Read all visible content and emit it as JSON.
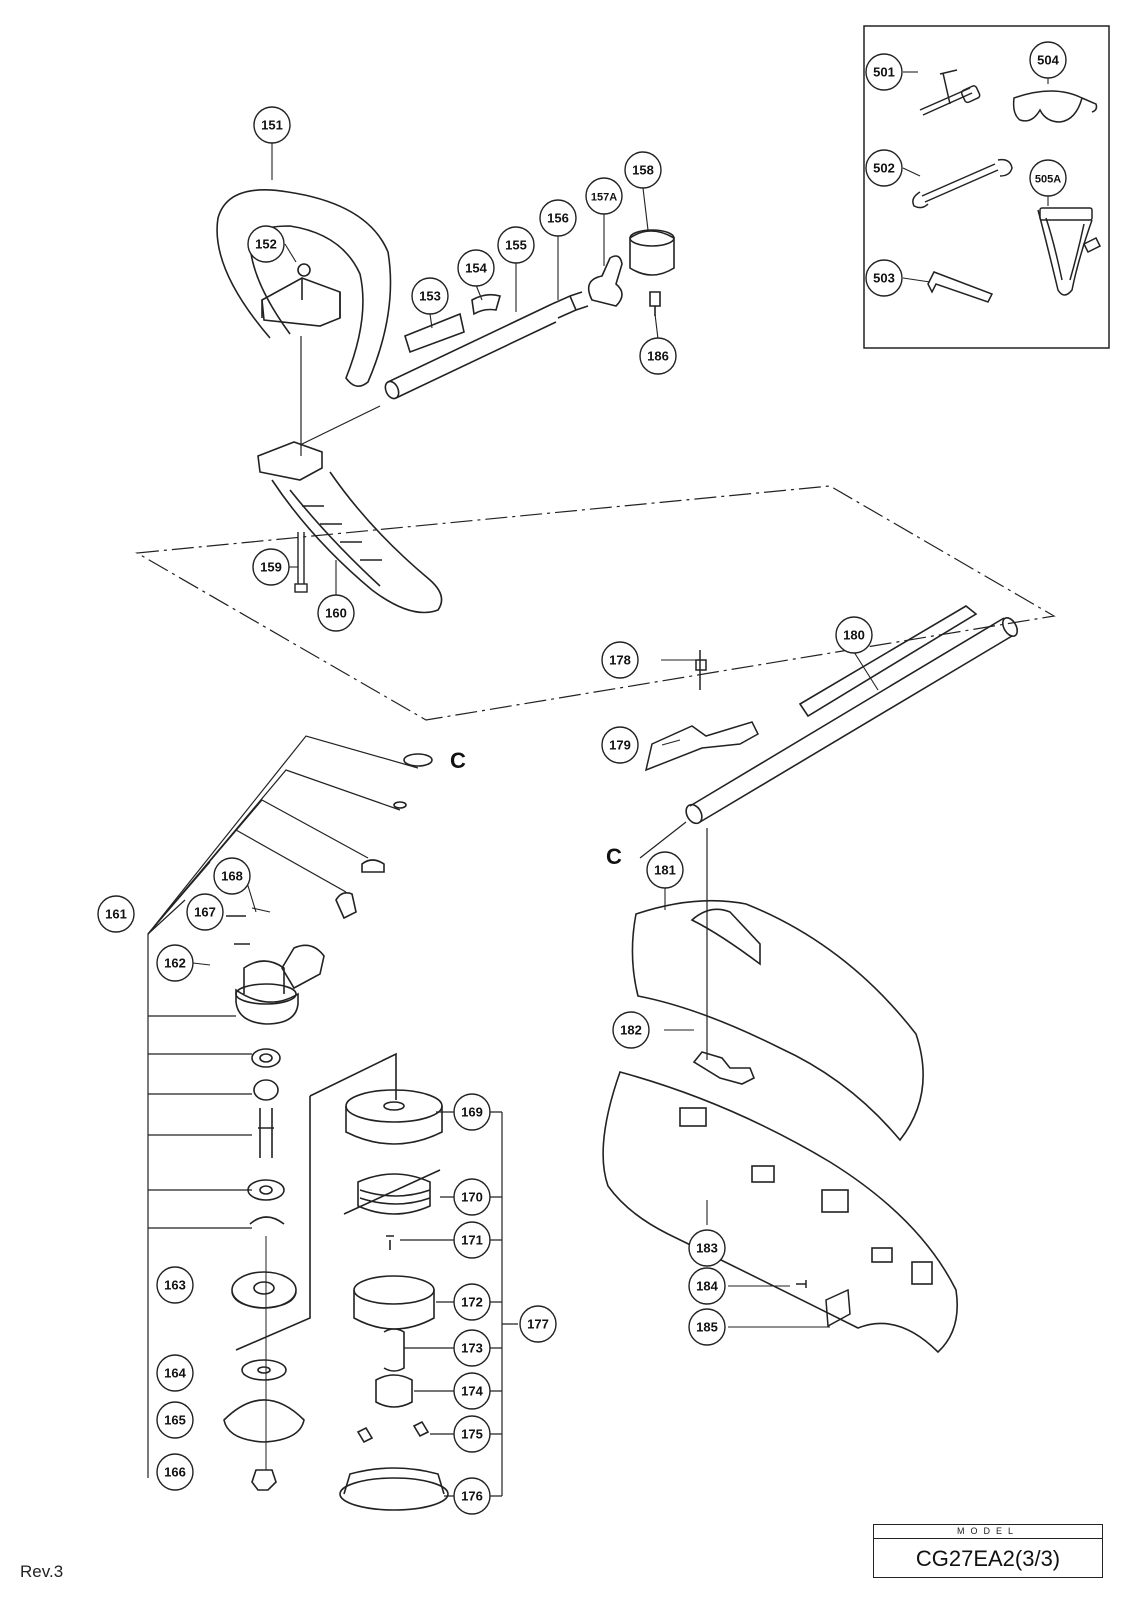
{
  "diagram": {
    "accessory_callouts": [
      "501",
      "502",
      "503",
      "504",
      "505A"
    ],
    "handle_callouts": [
      "151",
      "152",
      "153",
      "154",
      "155",
      "156",
      "157A",
      "158",
      "159",
      "160",
      "186"
    ],
    "gear_head_callouts": [
      "161",
      "162",
      "163",
      "164",
      "165",
      "166",
      "167",
      "168"
    ],
    "nylon_cutter_callouts": [
      "169",
      "170",
      "171",
      "172",
      "173",
      "174",
      "175",
      "176",
      "177"
    ],
    "shaft_guard_callouts": [
      "178",
      "179",
      "180",
      "181",
      "182",
      "183",
      "184",
      "185"
    ],
    "connection_marks": [
      "C",
      "C"
    ]
  },
  "model": {
    "caption": "MODEL",
    "code": "CG27EA2(3/3)"
  },
  "revision": "Rev.3",
  "colors": {
    "line": "#222222",
    "background": "#ffffff"
  }
}
